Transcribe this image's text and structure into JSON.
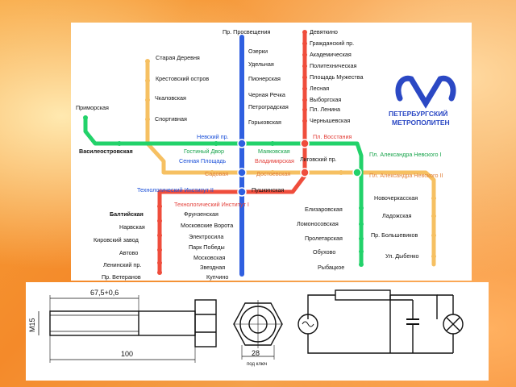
{
  "logo": {
    "line1": "ПЕТЕРБУРГСКИЙ",
    "line2": "МЕТРОПОЛИТЕН",
    "color": "#2b48c4"
  },
  "line_colors": {
    "red": "#ef4d3c",
    "blue": "#2f5fe0",
    "green": "#22d26a",
    "orange": "#f6c062"
  },
  "stations": {
    "red": [
      "Девяткино",
      "Гражданский пр.",
      "Академическая",
      "Политехническая",
      "Площадь Мужества",
      "Лесная",
      "Выборгская",
      "Пл. Ленина",
      "Чернышевская",
      "Пл. Восстания",
      "Владимирская",
      "Пушкинская",
      "Технологический Институт I",
      "Балтийская",
      "Нарвская",
      "Кировский завод",
      "Автово",
      "Ленинский пр.",
      "Пр. Ветеранов"
    ],
    "blue": [
      "Пр. Просвещения",
      "Озерки",
      "Удельная",
      "Пионерская",
      "Черная Речка",
      "Петроградская",
      "Горьковская",
      "Невский пр.",
      "Сенная Площадь",
      "Технологический Институт II",
      "Фрунзенская",
      "Московские Ворота",
      "Электросила",
      "Парк Победы",
      "Московская",
      "Звездная",
      "Купчино"
    ],
    "green": [
      "Приморская",
      "Василеостровская",
      "Гостиный Двор",
      "Маяковская",
      "Пл. Александра Невского I",
      "Елизаровская",
      "Ломоносовская",
      "Пролетарская",
      "Обухово",
      "Рыбацкое"
    ],
    "orange": [
      "Старая Деревня",
      "Крестовский остров",
      "Чкаловская",
      "Спортивная",
      "Садовая",
      "Достоевская",
      "Лиговский пр.",
      "Пл. Александра Невского II",
      "Новочеркасская",
      "Ладожская",
      "Пр. Большевиков",
      "Ул. Дыбенко"
    ]
  },
  "drawing": {
    "dim_length_top": "67,5+0,6",
    "thread": "М15",
    "dim_length": "100",
    "dim_across": "28",
    "note_small": "под ключ"
  }
}
